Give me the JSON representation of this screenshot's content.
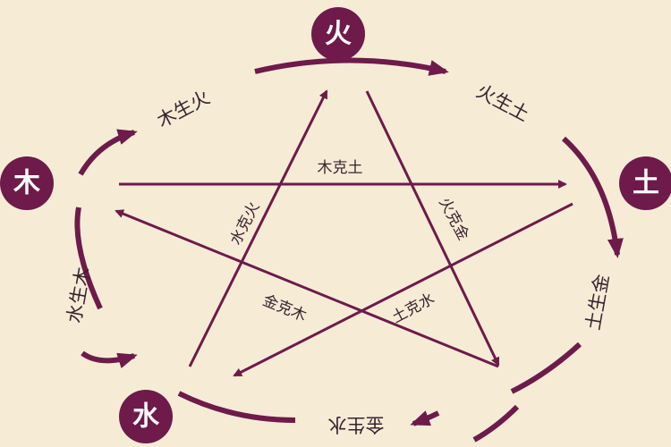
{
  "colors": {
    "background": "#f6ecd6",
    "accent": "#6e1a4b",
    "text": "#3a2230"
  },
  "elements": {
    "fire": "火",
    "earth": "土",
    "water": "水",
    "wood": "木"
  },
  "generating": {
    "wood_fire": "木生火",
    "fire_earth": "火生土",
    "earth_metal": "土生金",
    "metal_water": "金生水",
    "water_wood": "水生木"
  },
  "controlling": {
    "wood_earth": "木克土",
    "fire_metal": "火克金",
    "water_fire": "水克火",
    "metal_wood": "金克木",
    "earth_water": "土克水"
  }
}
